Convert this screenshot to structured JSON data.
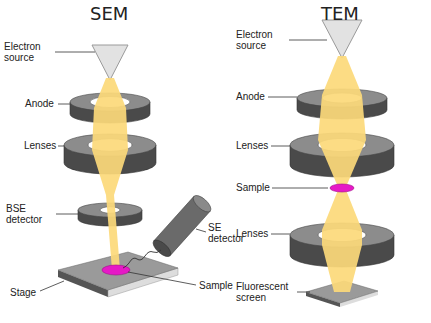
{
  "diagram": {
    "labels": [
      "SEM",
      "TEM",
      "Electron source",
      "Anode",
      "Lenses",
      "BSE detector",
      "SE detector",
      "Stage",
      "Sample",
      "Electron source",
      "Anode",
      "Lenses",
      "Sample",
      "Lenses",
      "Fluorescent screen"
    ]
  }
}
